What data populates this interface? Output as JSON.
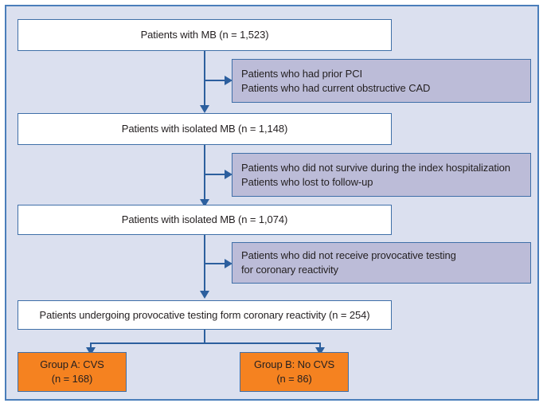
{
  "figure": {
    "type": "flowchart",
    "orientation": "top-down",
    "background_color": "#dbe0ef",
    "frame_border_color": "#4a7ebb",
    "connector_color": "#2c5f9e",
    "primary_box_fill": "#ffffff",
    "exclusion_box_fill": "#bcbcd8",
    "outcome_box_fill": "#f58220",
    "box_border_color": "#3f6fa8",
    "text_color": "#231f20"
  },
  "nodes": {
    "stage1": {
      "id": "patients-with-mb",
      "kind": "primary",
      "text": "Patients with MB (n = 1,523)",
      "count": 1523
    },
    "exclusion1": {
      "id": "exclusion-prior-pci-cad",
      "kind": "exclusion",
      "line1": "Patients who had prior PCI",
      "line2": "Patients who had current obstructive CAD"
    },
    "stage2": {
      "id": "patients-isolated-mb-1148",
      "kind": "primary",
      "text": "Patients with isolated MB (n = 1,148)",
      "count": 1148
    },
    "exclusion2": {
      "id": "exclusion-died-lost-followup",
      "kind": "exclusion",
      "line1": "Patients who did not survive during the index hospitalization",
      "line2": "Patients who lost to follow-up"
    },
    "stage3": {
      "id": "patients-isolated-mb-1074",
      "kind": "primary",
      "text": "Patients with isolated MB (n = 1,074)",
      "count": 1074
    },
    "exclusion3": {
      "id": "exclusion-no-provocative-testing",
      "kind": "exclusion",
      "line1": "Patients who did not receive provocative testing",
      "line2": "for coronary reactivity"
    },
    "stage4": {
      "id": "patients-undergoing-provocative-testing",
      "kind": "primary",
      "text": "Patients undergoing provocative testing form coronary reactivity (n = 254)",
      "count": 254
    },
    "outcomeA": {
      "id": "group-a-cvs",
      "kind": "outcome",
      "line1": "Group A: CVS",
      "line2": "(n = 168)",
      "count": 168
    },
    "outcomeB": {
      "id": "group-b-no-cvs",
      "kind": "outcome",
      "line1": "Group B: No CVS",
      "line2": "(n = 86)",
      "count": 86
    }
  }
}
